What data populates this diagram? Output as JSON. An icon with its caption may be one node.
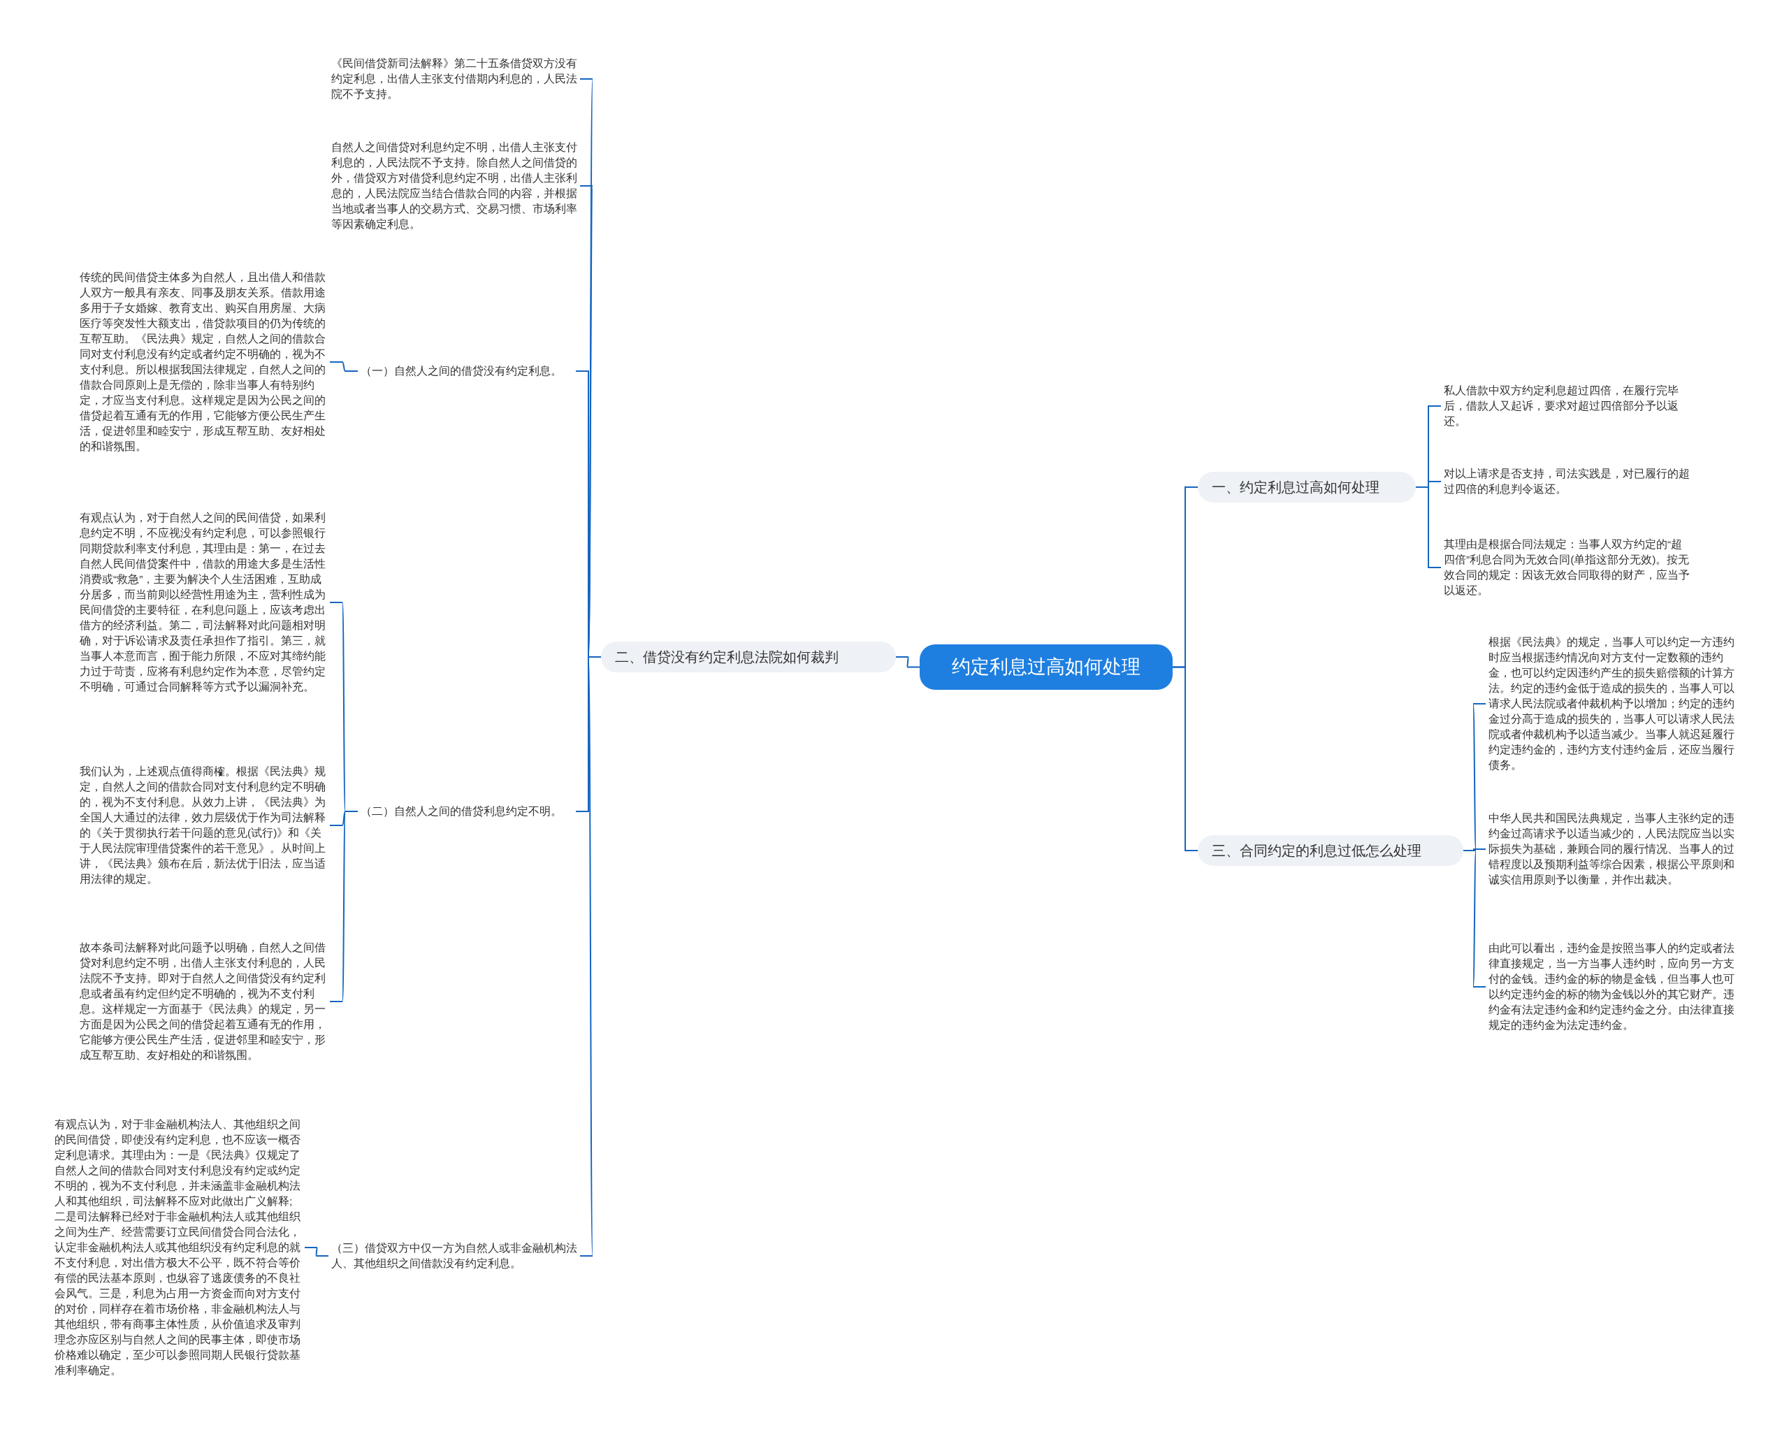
{
  "diagram": {
    "nodes": [
      {
        "text": [
          "约定利息过高如何处理"
        ]
      },
      {
        "text": [
          "一、约定利息过高如何处理"
        ]
      },
      {
        "text": [
          "私人借款中双方约定利息超过四倍，在履行完毕后，借款人又起诉，要求对超过四倍部分予以返还。"
        ]
      },
      {
        "text": [
          "对以上请求是否支持，司法实践是，对已履行的超过四倍的利息判令返还。"
        ]
      },
      {
        "text": [
          "其理由是根据合同法规定：当事人双方约定的“超四倍”利息合同为无效合同(单指这部分无效)。按无效合同的规定：因该无效合同取得的财产，应当予以返还。"
        ]
      },
      {
        "text": [
          "二、借贷没有约定利息法院如何裁判"
        ]
      },
      {
        "text": [
          "《民间借贷新司法解释》第二十五条借贷双方没有约定利息，出借人主张支付借期内利息的，人民法院不予支持。"
        ]
      },
      {
        "text": [
          "自然人之间借贷对利息约定不明，出借人主张支付利息的，人民法院不予支持。除自然人之间借贷的外，借贷双方对借贷利息约定不明，出借人主张利息的，人民法院应当结合借款合同的内容，并根据当地或者当事人的交易方式、交易习惯、市场利率等因素确定利息。"
        ]
      },
      {
        "text": [
          "（一）自然人之间的借贷没有约定利息。"
        ]
      },
      {
        "text": [
          "传统的民间借贷主体多为自然人，且出借人和借款人双方一般具有亲友、同事及朋友关系。借款用途多用于子女婚嫁、教育支出、购买自用房屋、大病医疗等突发性大额支出，借贷款项目的仍为传统的互帮互助。《民法典》规定，自然人之间的借款合同对支付利息没有约定或者约定不明确的，视为不支付利息。所以根据我国法律规定，自然人之间的借款合同原则上是无偿的，除非当事人有特别约定，才应当支付利息。这样规定是因为公民之间的借贷起着互通有无的作用，它能够方便公民生产生活，促进邻里和睦安宁，形成互帮互助、友好相处的和谐氛围。"
        ]
      },
      {
        "text": [
          "（二）自然人之间的借贷利息约定不明。"
        ]
      },
      {
        "text": [
          "有观点认为，对于自然人之间的民间借贷，如果利息约定不明，不应视没有约定利息，可以参照银行同期贷款利率支付利息，其理由是：第一，在过去自然人民间借贷案件中，借款的用途大多是生活性消费或“救急”，主要为解决个人生活困难，互助成分居多，而当前则以经营性用途为主，营利性成为民间借贷的主要特征，在利息问题上，应该考虑出借方的经济利益。第二，司法解释对此问题相对明确，对于诉讼请求及责任承担作了指引。第三，就当事人本意而言，囿于能力所限，不应对其缔约能力过于苛责，应将有利息约定作为本意，尽管约定不明确，可通过合同解释等方式予以漏洞补充。"
        ]
      },
      {
        "text": [
          "我们认为，上述观点值得商榷。根据《民法典》规定，自然人之间的借款合同对支付利息约定不明确的，视为不支付利息。从效力上讲，《民法典》为全国人大通过的法律，效力层级优于作为司法解释的《关于贯彻执行若干问题的意见(试行)》和《关于人民法院审理借贷案件的若干意见》。从时间上讲，《民法典》颁布在后，新法优于旧法，应当适用法律的规定。"
        ]
      },
      {
        "text": [
          "故本条司法解释对此问题予以明确，自然人之间借贷对利息约定不明，出借人主张支付利息的，人民法院不予支持。即对于自然人之间借贷没有约定利息或者虽有约定但约定不明确的，视为不支付利息。这样规定一方面基于《民法典》的规定，另一方面是因为公民之间的借贷起着互通有无的作用，它能够方便公民生产生活，促进邻里和睦安宁，形成互帮互助、友好相处的和谐氛围。"
        ]
      },
      {
        "text": [
          "（三）借贷双方中仅一方为自然人或非金融机构法人、其他组织之间借款没有约定利息。"
        ]
      },
      {
        "text": [
          "有观点认为，对于非金融机构法人、其他组织之间的民间借贷，即使没有约定利息，也不应该一概否定利息请求。其理由为：一是《民法典》仅规定了自然人之间的借款合同对支付利息没有约定或约定不明的，视为不支付利息，并未涵盖非金融机构法人和其他组织，司法解释不应对此做出广义解释;二是司法解释已经对于非金融机构法人或其他组织之间为生产、经营需要订立民间借贷合同合法化，认定非金融机构法人或其他组织没有约定利息的就不支付利息，对出借方极大不公平，既不符合等价有偿的民法基本原则，也纵容了逃废债务的不良社会风气。三是，利息为占用一方资金而向对方支付的对价，同样存在着市场价格，非金融机构法人与其他组织，带有商事主体性质，从价值追求及审判理念亦应区别与自然人之间的民事主体，即使市场价格难以确定，至少可以参照同期人民银行贷款基准利率确定。"
        ]
      },
      {
        "text": [
          "三、合同约定的利息过低怎么处理"
        ]
      },
      {
        "text": [
          "根据《民法典》的规定，当事人可以约定一方违约时应当根据违约情况向对方支付一定数额的违约金，也可以约定因违约产生的损失赔偿额的计算方法。约定的违约金低于造成的损失的，当事人可以请求人民法院或者仲裁机构予以增加；约定的违约金过分高于造成的损失的，当事人可以请求人民法院或者仲裁机构予以适当减少。当事人就迟延履行约定违约金的，违约方支付违约金后，还应当履行债务。"
        ]
      },
      {
        "text": [
          "中华人民共和国民法典规定，当事人主张约定的违约金过高请求予以适当减少的，人民法院应当以实际损失为基础，兼顾合同的履行情况、当事人的过错程度以及预期利益等综合因素，根据公平原则和诚实信用原则予以衡量，并作出裁决。"
        ]
      },
      {
        "text": [
          "由此可以看出，违约金是按照当事人的约定或者法律直接规定，当一方当事人违约时，应向另一方支付的金钱。违约金的标的物是金钱，但当事人也可以约定违约金的标的物为金钱以外的其它财产。违约金有法定违约金和约定违约金之分。由法律直接规定的违约金为法定违约金。"
        ]
      }
    ],
    "edges": [
      {
        "from": 0,
        "to": 1,
        "arrow": "none"
      },
      {
        "from": 1,
        "to": 2,
        "arrow": "none"
      },
      {
        "from": 1,
        "to": 3,
        "arrow": "none"
      },
      {
        "from": 1,
        "to": 4,
        "arrow": "none"
      },
      {
        "from": 0,
        "to": 5,
        "arrow": "none"
      },
      {
        "from": 5,
        "to": 6,
        "arrow": "none"
      },
      {
        "from": 5,
        "to": 7,
        "arrow": "none"
      },
      {
        "from": 5,
        "to": 8,
        "arrow": "none"
      },
      {
        "from": 8,
        "to": 9,
        "arrow": "none"
      },
      {
        "from": 5,
        "to": 10,
        "arrow": "none"
      },
      {
        "from": 10,
        "to": 11,
        "arrow": "none"
      },
      {
        "from": 10,
        "to": 12,
        "arrow": "none"
      },
      {
        "from": 10,
        "to": 13,
        "arrow": "none"
      },
      {
        "from": 5,
        "to": 14,
        "arrow": "none"
      },
      {
        "from": 14,
        "to": 15,
        "arrow": "none"
      },
      {
        "from": 0,
        "to": 16,
        "arrow": "none"
      },
      {
        "from": 16,
        "to": 17,
        "arrow": "none"
      },
      {
        "from": 16,
        "to": 18,
        "arrow": "none"
      },
      {
        "from": 16,
        "to": 19,
        "arrow": "none"
      }
    ]
  }
}
